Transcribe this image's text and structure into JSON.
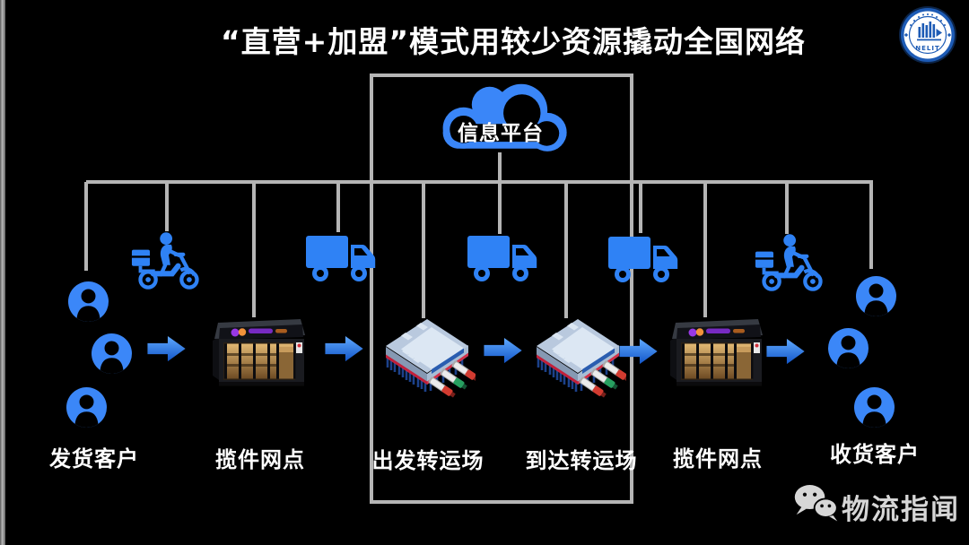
{
  "slide": {
    "title": "“直营+加盟”模式用较少资源撬动全国网络"
  },
  "logo": {
    "text": "NELIT"
  },
  "cloud": {
    "label": "信息平台"
  },
  "flow": {
    "stations": [
      {
        "id": "sender",
        "label": "发货客户"
      },
      {
        "id": "pickup-left",
        "label": "揽件网点"
      },
      {
        "id": "departure-hub",
        "label": "出发转运场"
      },
      {
        "id": "arrival-hub",
        "label": "到达转运场"
      },
      {
        "id": "pickup-right",
        "label": "揽件网点"
      },
      {
        "id": "receiver",
        "label": "收货客户"
      }
    ],
    "icons": [
      "person-avatar",
      "delivery-scooter",
      "store-front",
      "truck",
      "transfer-hub-chip",
      "cloud",
      "arrow-right"
    ]
  },
  "footer": {
    "wechat_account": "物流指闻"
  },
  "colors": {
    "background": "#000000",
    "accent_blue": "#2f82f5",
    "cloud_blue": "#3a86f8",
    "connector_gray": "#b5b5b5",
    "hub_red_stripe": "#c21f3a",
    "sign_purple": "#9b3bf0",
    "sign_orange": "#ff9a3c"
  }
}
